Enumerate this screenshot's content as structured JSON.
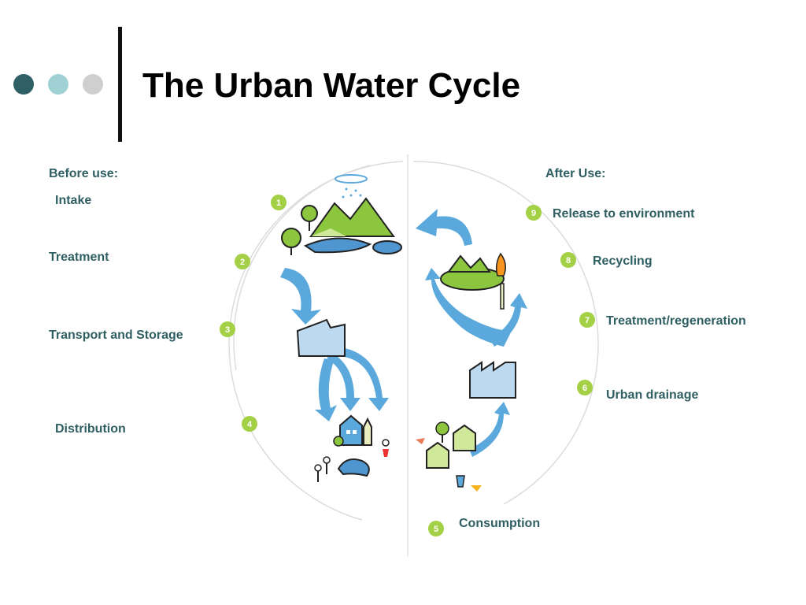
{
  "slide": {
    "title": "The Urban Water Cycle",
    "bullet_dots": [
      "#2e6066",
      "#9ed0d4",
      "#cfcfcf"
    ]
  },
  "left_panel": {
    "heading": "Before use:",
    "stages": [
      "Intake",
      "Treatment",
      "Transport and Storage",
      "Distribution"
    ]
  },
  "right_panel": {
    "heading": "After Use:",
    "stages": [
      "Release to environment",
      "Recycling",
      "Treatment/regeneration",
      "Urban drainage",
      "Consumption"
    ]
  },
  "diagram": {
    "step_numbers": [
      "1",
      "2",
      "3",
      "4",
      "5",
      "6",
      "7",
      "8",
      "9"
    ],
    "colors": {
      "step_badge": "#a4d046",
      "arrow": "#5aa8dc",
      "mountain": "#8cc63f",
      "water": "#4f95cf",
      "label": "#2f5f62"
    }
  }
}
